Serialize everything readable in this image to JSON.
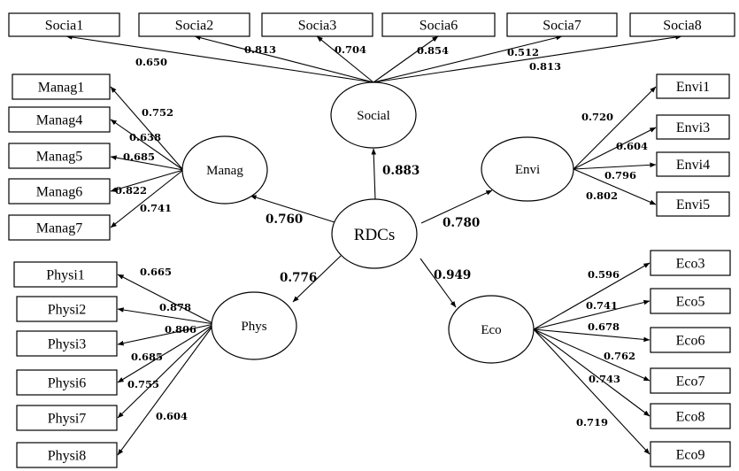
{
  "diagram": {
    "center": {
      "id": "RDCs",
      "label": "RDCs"
    },
    "constructs": [
      {
        "id": "Social",
        "label": "Social",
        "path_weight": "0.883"
      },
      {
        "id": "Manag",
        "label": "Manag",
        "path_weight": "0.760"
      },
      {
        "id": "Envi",
        "label": "Envi",
        "path_weight": "0.780"
      },
      {
        "id": "Phys",
        "label": "Phys",
        "path_weight": "0.776"
      },
      {
        "id": "Eco",
        "label": "Eco",
        "path_weight": "0.949"
      }
    ],
    "indicators": [
      {
        "construct": "Social",
        "label": "Socia1",
        "weight": "0.650"
      },
      {
        "construct": "Social",
        "label": "Socia2",
        "weight": "0.813"
      },
      {
        "construct": "Social",
        "label": "Socia3",
        "weight": "0.704"
      },
      {
        "construct": "Social",
        "label": "Socia6",
        "weight": "0.854"
      },
      {
        "construct": "Social",
        "label": "Socia7",
        "weight": "0.512"
      },
      {
        "construct": "Social",
        "label": "Socia8",
        "weight": "0.813"
      },
      {
        "construct": "Manag",
        "label": "Manag1",
        "weight": "0.752"
      },
      {
        "construct": "Manag",
        "label": "Manag4",
        "weight": "0.638"
      },
      {
        "construct": "Manag",
        "label": "Manag5",
        "weight": "0.685"
      },
      {
        "construct": "Manag",
        "label": "Manag6",
        "weight": "0.822"
      },
      {
        "construct": "Manag",
        "label": "Manag7",
        "weight": "0.741"
      },
      {
        "construct": "Envi",
        "label": "Envi1",
        "weight": "0.720"
      },
      {
        "construct": "Envi",
        "label": "Envi3",
        "weight": "0.604"
      },
      {
        "construct": "Envi",
        "label": "Envi4",
        "weight": "0.796"
      },
      {
        "construct": "Envi",
        "label": "Envi5",
        "weight": "0.802"
      },
      {
        "construct": "Phys",
        "label": "Physi1",
        "weight": "0.665"
      },
      {
        "construct": "Phys",
        "label": "Physi2",
        "weight": "0.878"
      },
      {
        "construct": "Phys",
        "label": "Physi3",
        "weight": "0.806"
      },
      {
        "construct": "Phys",
        "label": "Physi6",
        "weight": "0.685"
      },
      {
        "construct": "Phys",
        "label": "Physi7",
        "weight": "0.755"
      },
      {
        "construct": "Phys",
        "label": "Physi8",
        "weight": "0.604"
      },
      {
        "construct": "Eco",
        "label": "Eco3",
        "weight": "0.596"
      },
      {
        "construct": "Eco",
        "label": "Eco5",
        "weight": "0.741"
      },
      {
        "construct": "Eco",
        "label": "Eco6",
        "weight": "0.678"
      },
      {
        "construct": "Eco",
        "label": "Eco7",
        "weight": "0.762"
      },
      {
        "construct": "Eco",
        "label": "Eco8",
        "weight": "0.743"
      },
      {
        "construct": "Eco",
        "label": "Eco9",
        "weight": "0.719"
      }
    ]
  }
}
